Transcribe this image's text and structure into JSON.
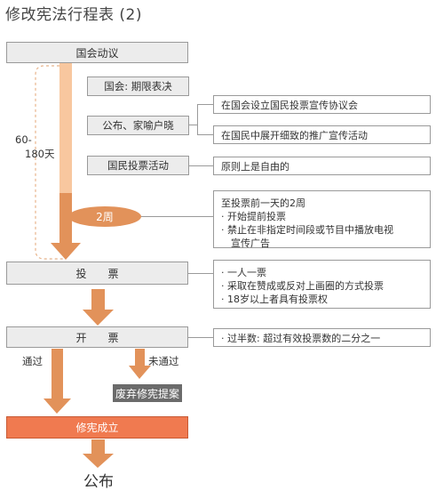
{
  "title": "修改宪法行程表 (2)",
  "steps": {
    "proposal": "国会动议",
    "deliberation": "国会: 期限表决",
    "announce": "公布、家喻户晓",
    "campaign": "国民投票活动",
    "vote": "投　　票",
    "count": "开　　票",
    "abandon": "废弃修宪提案",
    "established": "修宪成立",
    "promulgate": "公布"
  },
  "period": {
    "range": "60-",
    "days": "180天"
  },
  "two_weeks": "2周",
  "branches": {
    "pass": "通过",
    "fail": "未通过"
  },
  "notes": {
    "announce_1": "在国会设立国民投票宣传协议会",
    "announce_2": "在国民中展开细致的推广宣传活动",
    "campaign": "原则上是自由的",
    "two_weeks_title": "至投票前一天的2周",
    "two_weeks_items": [
      "· 开始提前投票",
      "· 禁止在非指定时间段或节目中播放电视",
      "　宣传广告"
    ],
    "vote_items": [
      "· 一人一票",
      "· 采取在赞成或反对上画圈的方式投票",
      "· 18岁以上者具有投票权"
    ],
    "count": "· 过半数: 超过有效投票数的二分之一"
  },
  "colors": {
    "arrow": "#e2925a",
    "arrow_light": "#f8c79f",
    "final_box": "#f07a50",
    "abandon_box": "#6b6b6b",
    "step_box": "#ececec"
  }
}
